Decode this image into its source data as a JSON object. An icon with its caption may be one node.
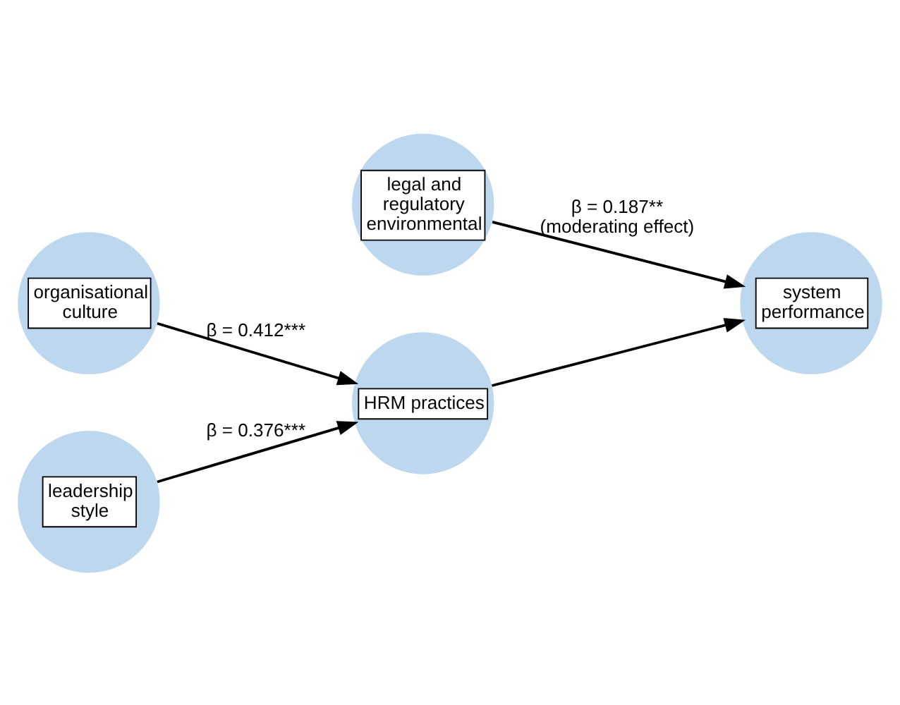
{
  "diagram": {
    "nodes": [
      {
        "text": [
          "legal and regulatory environmental"
        ]
      },
      {
        "text": [
          "organisational culture"
        ]
      },
      {
        "text": [
          "HRM practices"
        ]
      },
      {
        "text": [
          "system performance"
        ]
      },
      {
        "text": [
          "leadership style"
        ]
      }
    ],
    "edges": [
      {
        "from": 1,
        "to": 2,
        "arrow": "to",
        "label": "β = 0.412***"
      },
      {
        "from": 4,
        "to": 2,
        "arrow": "to",
        "label": "β = 0.376***"
      },
      {
        "from": 2,
        "to": 3,
        "arrow": "to"
      },
      {
        "from": 0,
        "to": 3,
        "arrow": "to",
        "label": "β = 0.187** (moderating effect)"
      }
    ]
  }
}
